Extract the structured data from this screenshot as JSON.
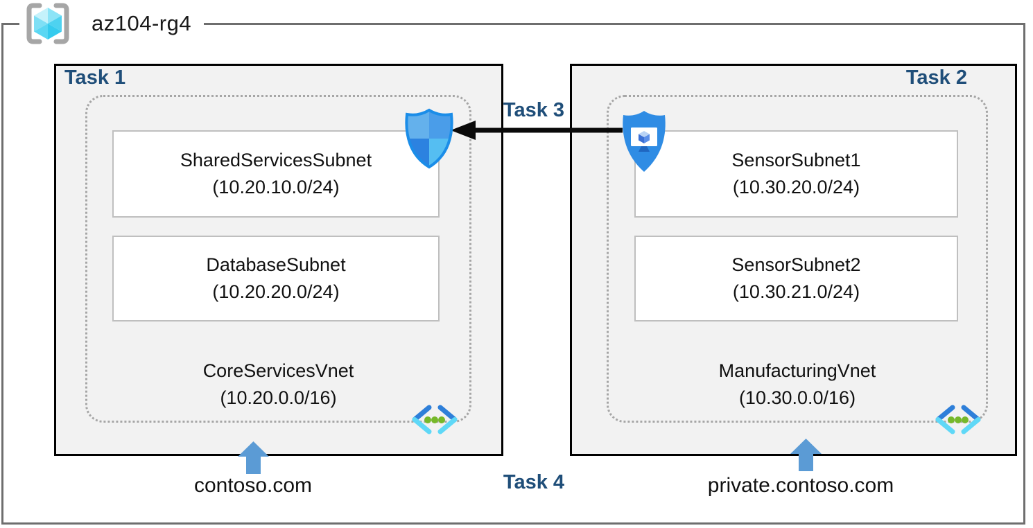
{
  "resource_group": {
    "name": "az104-rg4"
  },
  "left_box": {
    "task_label": "Task 1",
    "subnets": [
      {
        "name": "SharedServicesSubnet",
        "cidr": "(10.20.10.0/24)"
      },
      {
        "name": "DatabaseSubnet",
        "cidr": "(10.20.20.0/24)"
      }
    ],
    "vnet": {
      "name": "CoreServicesVnet",
      "cidr": "(10.20.0.0/16)"
    },
    "dns_zone": "contoso.com"
  },
  "right_box": {
    "task_label": "Task 2",
    "subnets": [
      {
        "name": "SensorSubnet1",
        "cidr": "(10.30.20.0/24)"
      },
      {
        "name": "SensorSubnet2",
        "cidr": "(10.30.21.0/24)"
      }
    ],
    "vnet": {
      "name": "ManufacturingVnet",
      "cidr": "(10.30.0.0/16)"
    },
    "dns_zone": "private.contoso.com"
  },
  "connections": {
    "task3_label": "Task 3",
    "task4_label": "Task 4"
  },
  "icons": {
    "resource_group": "resource-group-brackets-cube",
    "left_shield": "network-security-group-shield",
    "right_shield": "application-security-group-shield",
    "vnet": "virtual-network-chevrons",
    "dns_pointer": "blue-up-arrow"
  },
  "colors": {
    "task_label": "#1F4E79",
    "box_background": "#F2F2F2",
    "box_border": "#000000",
    "outer_border": "#6E6E6E",
    "dotted_border": "#A6A6A6",
    "subnet_border": "#BFBFBF",
    "dns_arrow": "#5B9BD5",
    "shield_blue": "#2F8CE4",
    "vnet_green_dot": "#76B82A",
    "cube_cyan": "#4ED2F0"
  }
}
